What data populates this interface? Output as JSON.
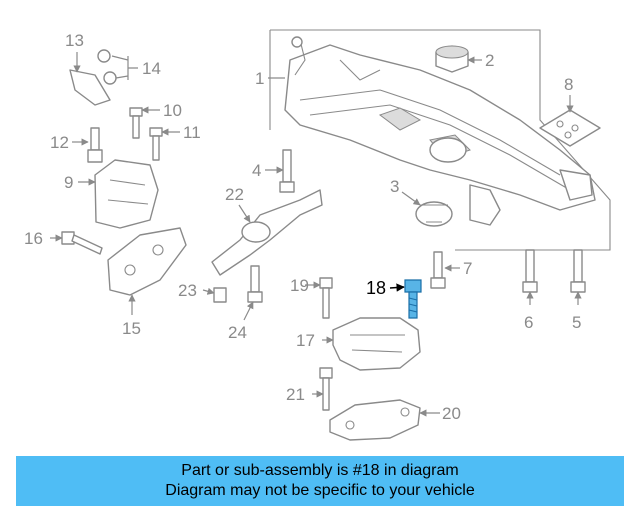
{
  "banner": {
    "line1": "Part or sub-assembly is #18 in diagram",
    "line2": "Diagram may not be specific to your vehicle"
  },
  "callouts": {
    "c1": "1",
    "c2": "2",
    "c3": "3",
    "c4": "4",
    "c5": "5",
    "c6": "6",
    "c7": "7",
    "c8": "8",
    "c9": "9",
    "c10": "10",
    "c11": "11",
    "c12": "12",
    "c13": "13",
    "c14": "14",
    "c15": "15",
    "c16": "16",
    "c17": "17",
    "c18": "18",
    "c19": "19",
    "c20": "20",
    "c21": "21",
    "c22": "22",
    "c23": "23",
    "c24": "24"
  },
  "colors": {
    "highlight_bolt": "#58b4e6",
    "banner_bg": "#4fbdf5",
    "line_art": "#8a8a8a"
  }
}
